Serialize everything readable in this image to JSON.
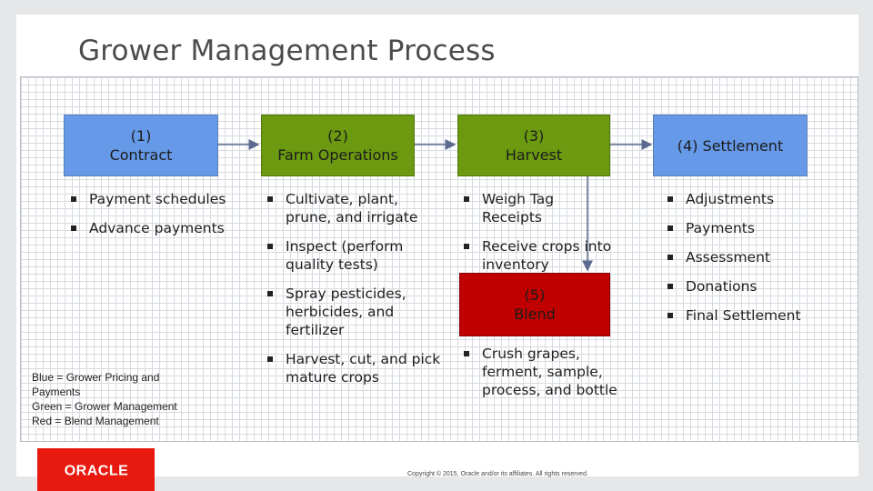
{
  "title": "Grower Management Process",
  "boxes": {
    "contract": {
      "line1": "(1)",
      "line2": "Contract"
    },
    "farm_ops": {
      "line1": "(2)",
      "line2": "Farm Operations"
    },
    "harvest": {
      "line1": "(3)",
      "line2": "Harvest"
    },
    "settlement": {
      "line1": "(4) Settlement"
    },
    "blend": {
      "line1": "(5)",
      "line2": "Blend"
    }
  },
  "contract_bullets": [
    "Payment schedules",
    "Advance payments"
  ],
  "farm_bullets": [
    "Cultivate, plant, prune, and irrigate",
    "Inspect (perform quality tests)",
    "Spray pesticides, herbicides, and fertilizer",
    "Harvest, cut, and pick mature crops"
  ],
  "harvest_bullets": [
    "Weigh Tag Receipts",
    "Receive crops into inventory"
  ],
  "blend_bullets": [
    "Crush grapes, ferment, sample, process, and bottle"
  ],
  "settlement_bullets": [
    "Adjustments",
    "Payments",
    "Assessment",
    "Donations",
    "Final Settlement"
  ],
  "legend": [
    "Blue = Grower Pricing and",
    "Payments",
    "Green = Grower Management",
    "Red = Blend Management"
  ],
  "logo_text": "ORACLE",
  "copyright": "Copyright © 2015, Oracle and/or its affiliates. All rights reserved.",
  "colors": {
    "blue": "#6699e8",
    "green": "#6b9a10",
    "red": "#c00000",
    "oracle_red": "#e8190f"
  }
}
